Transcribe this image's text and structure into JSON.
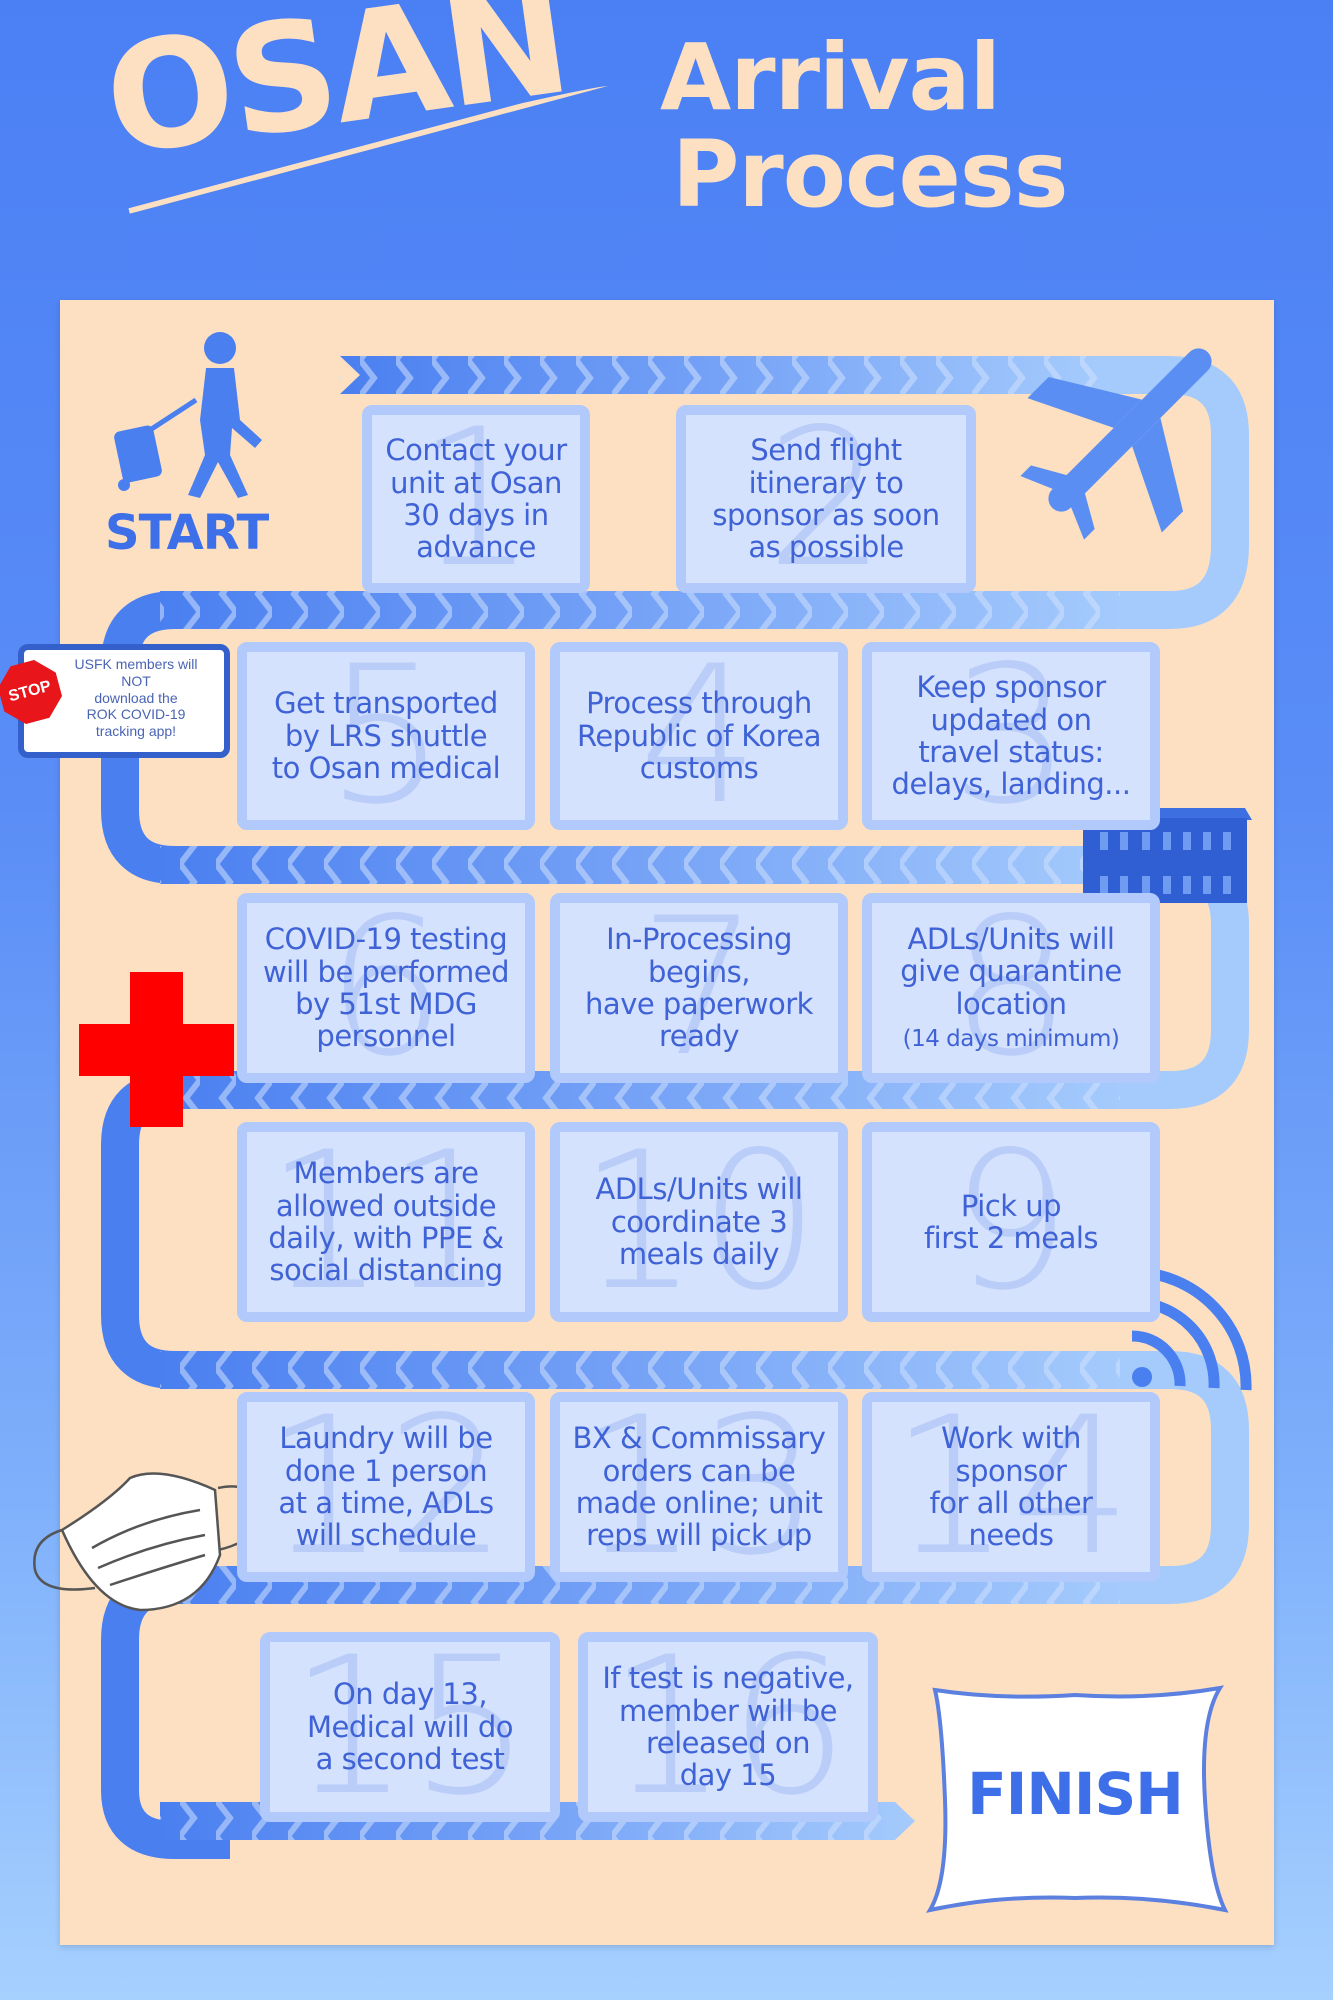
{
  "header": {
    "logo_text": "OSAN",
    "title_line1": "Arrival",
    "title_line2": "Process"
  },
  "colors": {
    "background_top": "#4b80f5",
    "background_bottom": "#a6d0fe",
    "board": "#fde0c2",
    "track_dark": "#4a7ff0",
    "track_light": "#9fc7fb",
    "card_fill": "#d5e2fd",
    "card_border": "#b1c9fb",
    "text_blue": "#3f63d6",
    "cross_red": "#ff0000"
  },
  "start": {
    "label": "START",
    "icon": "traveler-with-suitcase-icon"
  },
  "finish": {
    "label": "FINISH",
    "icon": "pillow-icon"
  },
  "stop_note": {
    "sign_text": "STOP",
    "text": "USFK members will\nNOT\ndownload the\nROK COVID-19\ntracking app!"
  },
  "icons": [
    "airplane-icon",
    "building-icon",
    "red-cross-icon",
    "wifi-icon",
    "face-mask-icon"
  ],
  "steps": [
    {
      "number": "1",
      "text": "Contact your\nunit at Osan\n30 days in\nadvance"
    },
    {
      "number": "2",
      "text": "Send flight\nitinerary to\nsponsor as soon\nas possible"
    },
    {
      "number": "3",
      "text": "Keep sponsor\nupdated on\ntravel status:\ndelays, landing..."
    },
    {
      "number": "4",
      "text": "Process through\nRepublic of Korea\ncustoms"
    },
    {
      "number": "5",
      "text": "Get transported\nby LRS shuttle\nto Osan medical"
    },
    {
      "number": "6",
      "text": "COVID-19 testing\nwill be performed\nby 51st MDG\npersonnel"
    },
    {
      "number": "7",
      "text": "In-Processing\nbegins,\nhave paperwork\nready"
    },
    {
      "number": "8",
      "text": "ADLs/Units will\ngive quarantine\nlocation",
      "note": "(14 days minimum)"
    },
    {
      "number": "9",
      "text": "Pick up\nfirst 2 meals"
    },
    {
      "number": "10",
      "text": "ADLs/Units will\ncoordinate 3\nmeals daily"
    },
    {
      "number": "11",
      "text": "Members are\nallowed outside\ndaily, with PPE &\nsocial distancing"
    },
    {
      "number": "12",
      "text": "Laundry will be\ndone 1 person\nat a time, ADLs\nwill schedule"
    },
    {
      "number": "13",
      "text": "BX & Commissary\norders can be\nmade online; unit\nreps will pick up"
    },
    {
      "number": "14",
      "text": "Work with\nsponsor\nfor all other\nneeds"
    },
    {
      "number": "15",
      "text": "On day 13,\nMedical will do\na second test"
    },
    {
      "number": "16",
      "text": "If test is negative,\nmember will be\nreleased on\nday 15"
    }
  ]
}
